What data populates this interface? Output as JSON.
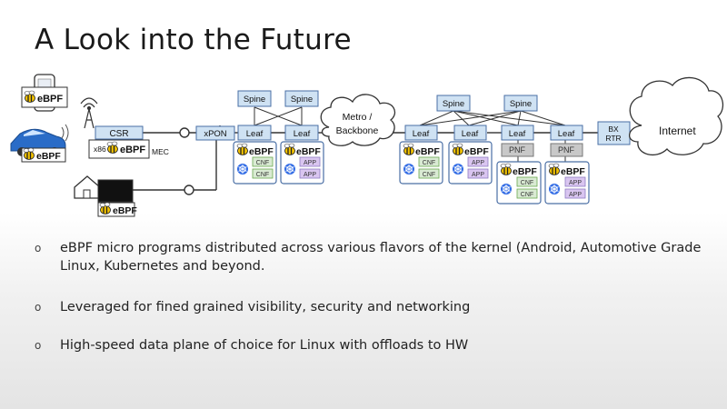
{
  "slide": {
    "title": "A Look into the Future"
  },
  "diagram": {
    "ebpf": "eBPF",
    "csr": "CSR",
    "x86": "x86",
    "mec": "MEC",
    "xpon": "xPON",
    "spine": "Spine",
    "leaf": "Leaf",
    "cnf": "CNF",
    "app": "APP",
    "pnf": "PNF",
    "metro_line1": "Metro /",
    "metro_line2": "Backbone",
    "bx_line1": "BX",
    "bx_line2": "RTR",
    "internet": "Internet"
  },
  "bullets": [
    {
      "marker": "o",
      "text": "eBPF micro programs distributed across various flavors of the kernel (Android, Automotive Grade Linux, Kubernetes and beyond."
    },
    {
      "marker": "o",
      "text": "Leveraged for fined grained visibility, security and networking"
    },
    {
      "marker": "o",
      "text": "High-speed data plane of choice for Linux with offloads to HW"
    }
  ],
  "colors": {
    "node_fill": "#cfe2f3",
    "node_stroke": "#4a6fa5",
    "cnf_fill": "#d9ead3",
    "app_fill": "#d9c5f0",
    "pnf_fill": "#c8c8c8",
    "k8s_blue": "#326ce5"
  }
}
